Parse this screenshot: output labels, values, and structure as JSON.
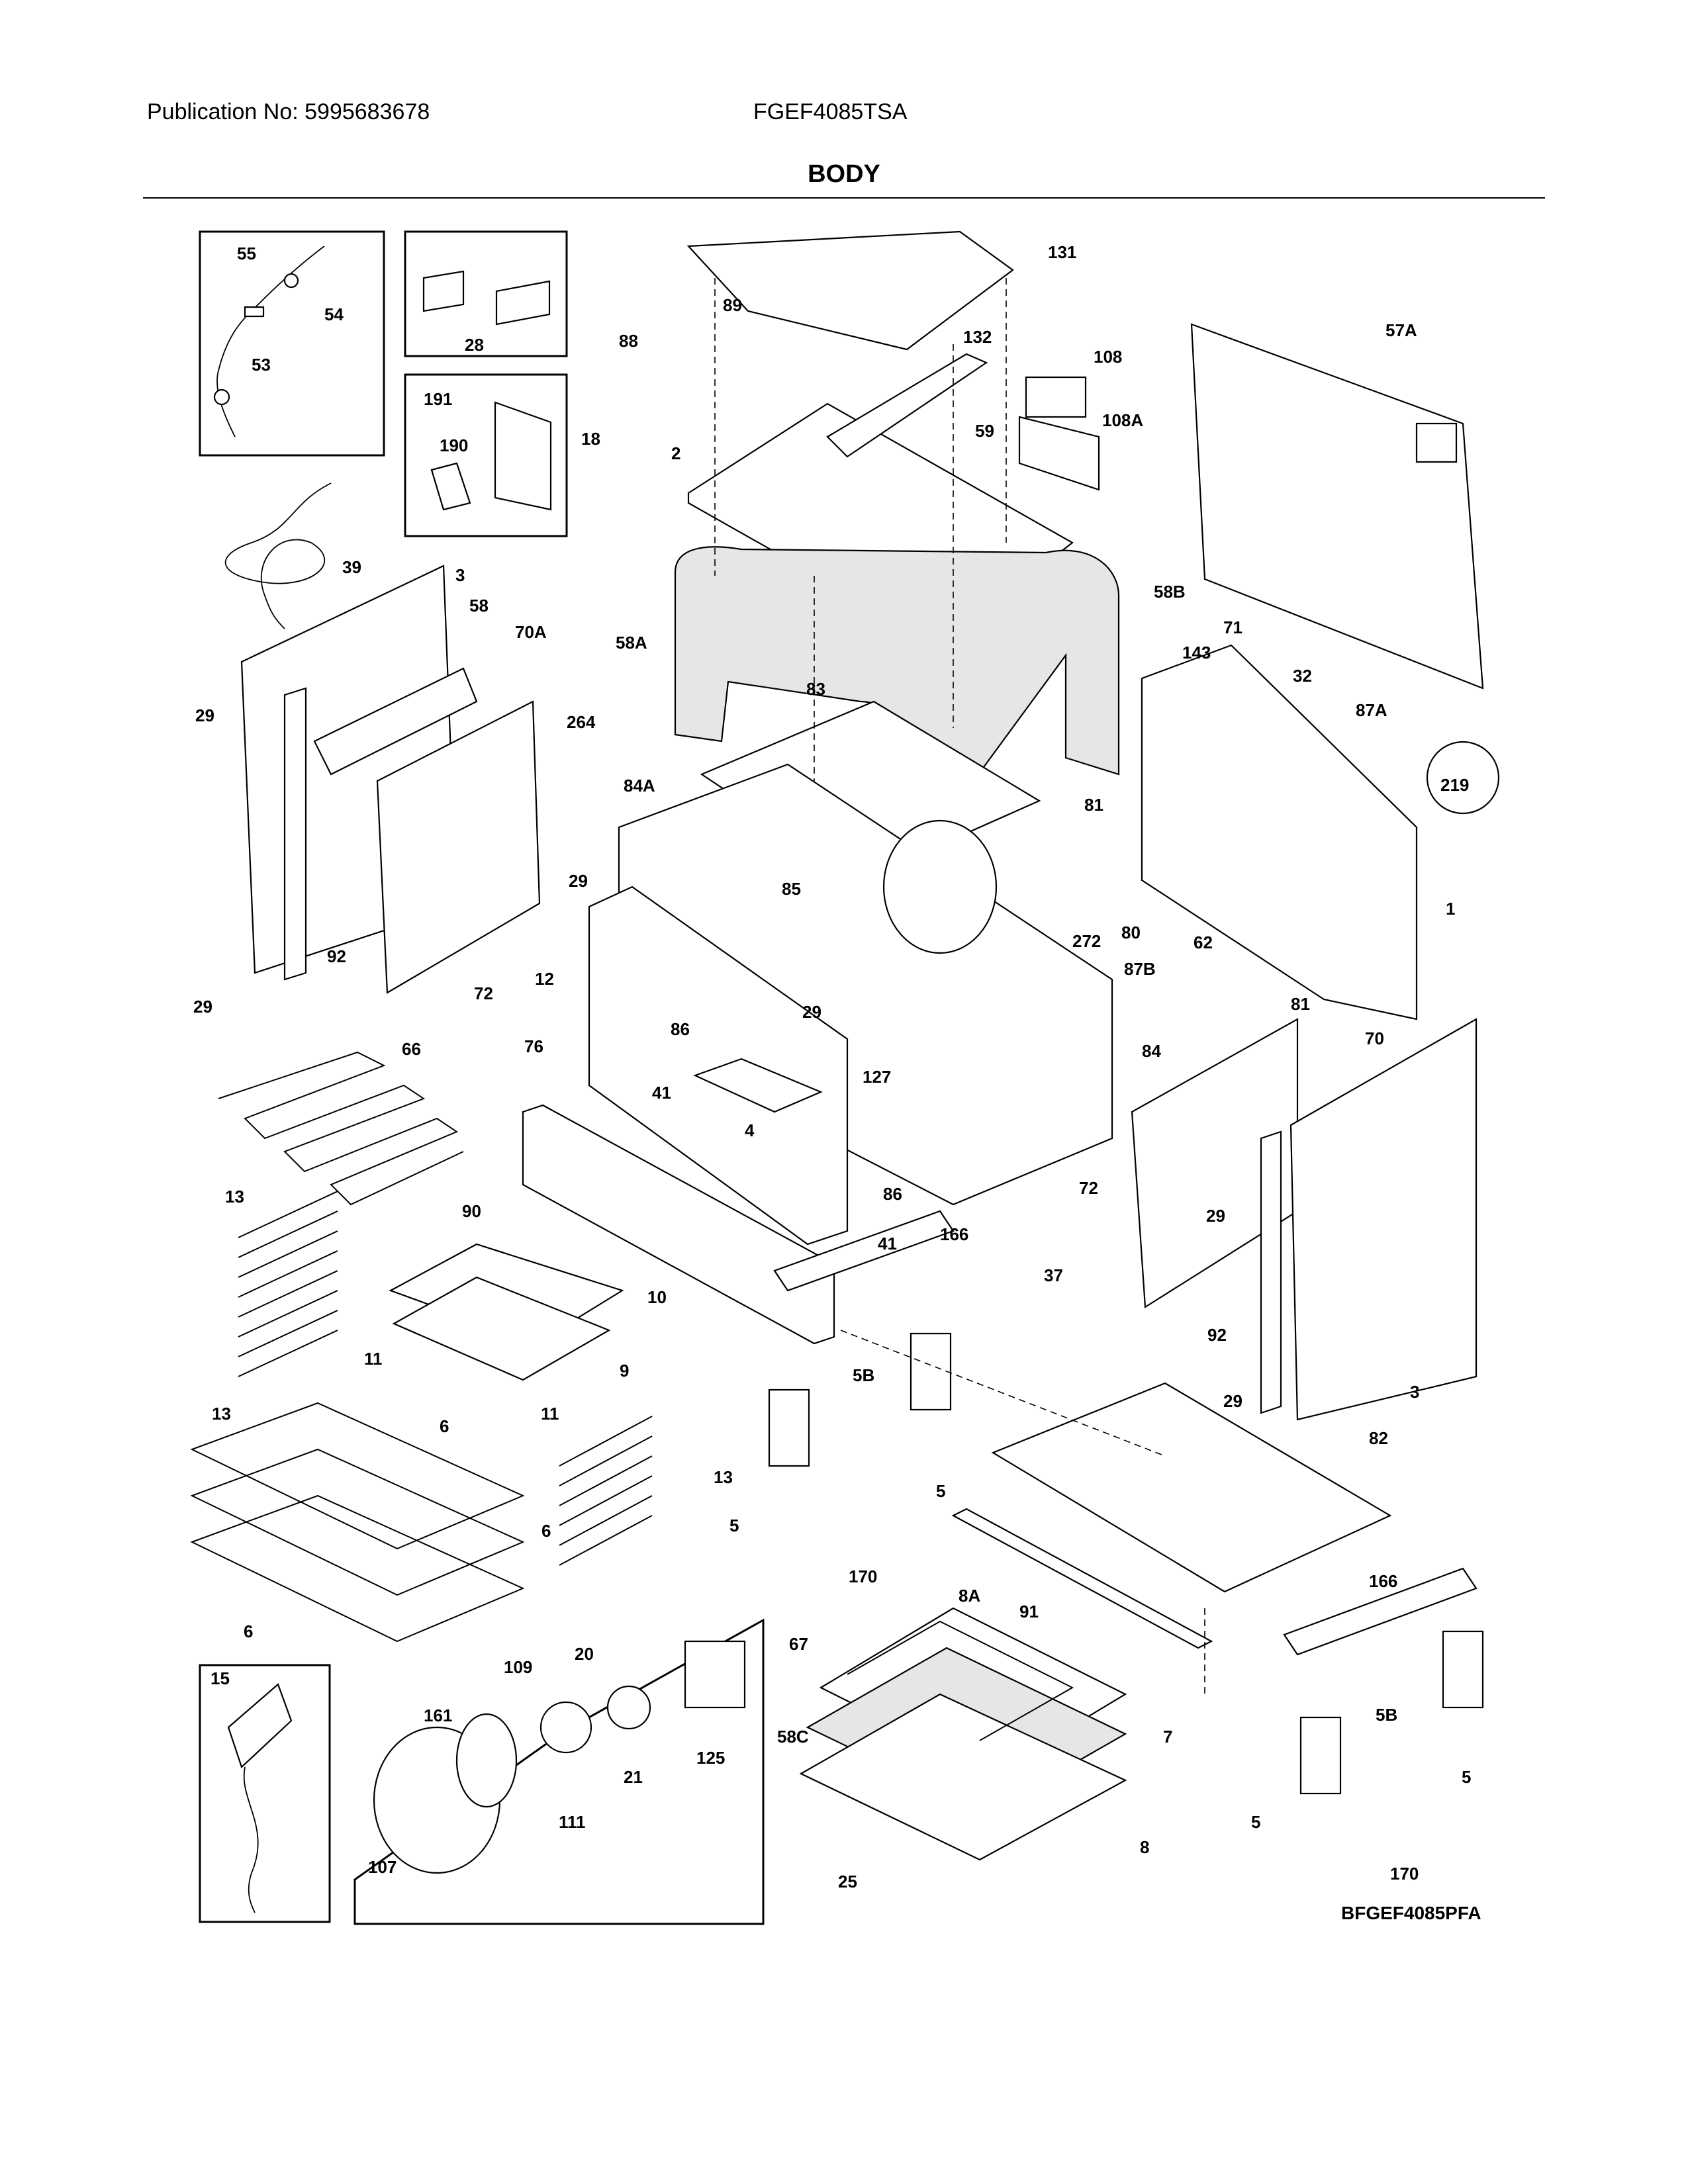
{
  "header": {
    "publication": "Publication No:  5995683678",
    "model": "FGEF4085TSA",
    "section_title": "BODY"
  },
  "drawing_code": "BFGEF4085PFA",
  "callouts": [
    "55",
    "54",
    "53",
    "28",
    "191",
    "190",
    "39",
    "3",
    "58",
    "70A",
    "29",
    "92",
    "29",
    "72",
    "131",
    "89",
    "88",
    "132",
    "108",
    "108A",
    "59",
    "18",
    "2",
    "58A",
    "58B",
    "57A",
    "71",
    "264",
    "84A",
    "83",
    "85",
    "29",
    "12",
    "76",
    "86",
    "41",
    "29",
    "4",
    "127",
    "84",
    "86",
    "41",
    "143",
    "32",
    "87A",
    "219",
    "81",
    "80",
    "272",
    "1",
    "87B",
    "62",
    "81",
    "70",
    "72",
    "29",
    "92",
    "3",
    "37",
    "66",
    "13",
    "11",
    "13",
    "90",
    "10",
    "9",
    "166",
    "5B",
    "5",
    "6",
    "6",
    "6",
    "11",
    "13",
    "5",
    "170",
    "82",
    "29",
    "91",
    "166",
    "8A",
    "67",
    "7",
    "58C",
    "8",
    "25",
    "5B",
    "5",
    "5",
    "170",
    "15",
    "109",
    "20",
    "161",
    "111",
    "21",
    "125",
    "107"
  ]
}
